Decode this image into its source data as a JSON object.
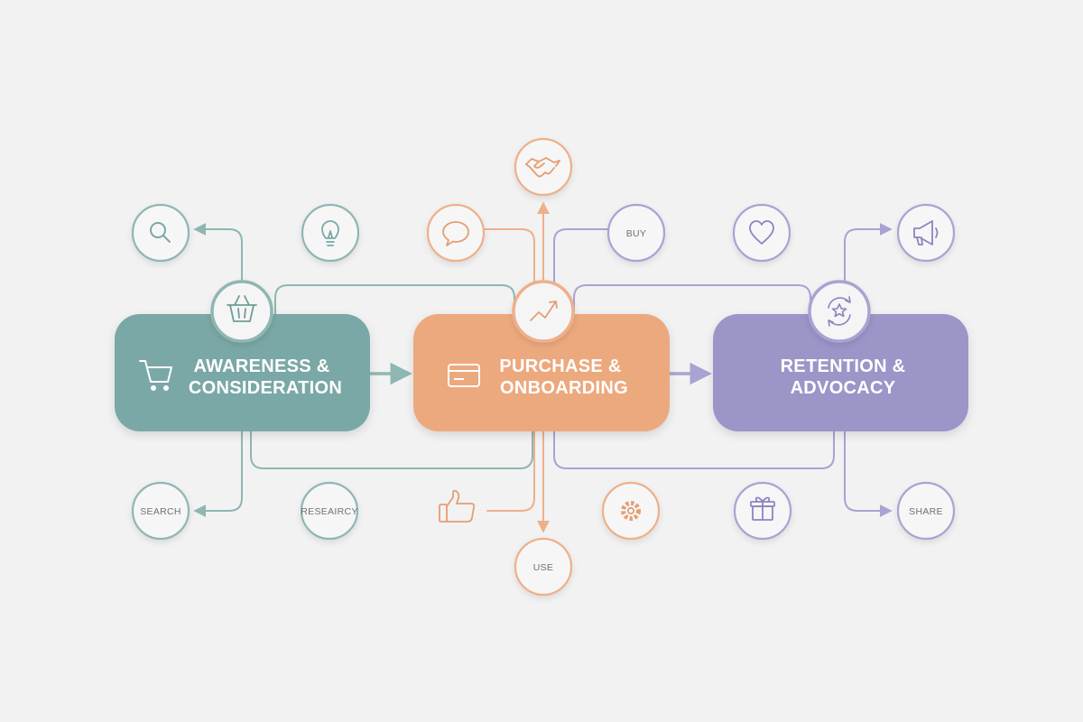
{
  "colors": {
    "background": "#f2f2f3",
    "teal": "#7aa8a6",
    "orange": "#eca97e",
    "purple": "#9b95c8",
    "teal_line": "#8fb6b3",
    "orange_line": "#eeb08a",
    "purple_line": "#a9a3d3"
  },
  "stages": [
    {
      "line1": "AWARENESS &",
      "line2": "CONSIDERATION",
      "main_icon": "shopping-cart-icon",
      "badge_icon": "basket-icon"
    },
    {
      "line1": "PURCHASE &",
      "line2": "ONBOARDING",
      "main_icon": "credit-card-icon",
      "badge_icon": "trend-arrow-icon"
    },
    {
      "line1": "RETENTION &",
      "line2": "ADVOCACY",
      "main_icon": "",
      "badge_icon": "refresh-star-icon"
    }
  ],
  "touchpoints": {
    "search_label": "SEARCH",
    "research_label": "RESEAIRCY",
    "buy_label": "BUY",
    "use_label": "USE",
    "share_label": "SHARE"
  },
  "icons": {
    "top": [
      "magnifier-icon",
      "lightbulb-icon",
      "speech-bubble-icon",
      "handshake-icon",
      "heart-icon",
      "megaphone-icon"
    ],
    "bottom": [
      "thumbs-up-icon",
      "gear-icon",
      "gift-icon"
    ]
  }
}
